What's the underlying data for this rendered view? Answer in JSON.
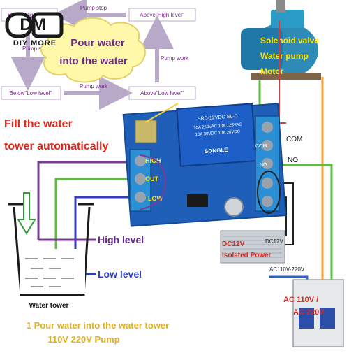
{
  "logo": {
    "letters": "DM",
    "brand": "DIY MORE"
  },
  "flow": {
    "tl": "Below\"High level\"",
    "tr": "Above\"High level\"",
    "bl": "Below\"Low level\"",
    "br": "Above\"Low level\"",
    "top_arrow": "Pump stop",
    "bottom_arrow": "Pump work",
    "left_side": "Pump stop",
    "right_side": "Pump work"
  },
  "cloud": {
    "line1": "Pour water",
    "line2": "into the water"
  },
  "headline": {
    "line1": "Fill the water",
    "line2": "tower automatically"
  },
  "board": {
    "relay_line1": "SRD-12VDC-SL-C",
    "relay_line2": "10A 250VAC 10A 125VAC",
    "relay_line3": "10A 30VDC 10A 28VDC",
    "relay_brand": "SONGLE",
    "pin_high": "HIGH",
    "pin_out": "OUT",
    "pin_low": "LOW",
    "pin_com": "COM",
    "pin_no": "NO"
  },
  "pump": {
    "line1": "Solenoid valve",
    "line2": "Water pump",
    "line3": "Motor"
  },
  "wire_labels": {
    "com": "COM",
    "no": "NO",
    "ac": "AC110V-220V"
  },
  "levels": {
    "high": "High level",
    "low": "Low level"
  },
  "tower": {
    "label": "Water tower"
  },
  "power": {
    "label1": "DC12V",
    "label2": "Isolated Power",
    "tag": "DC12V"
  },
  "breaker": {
    "line1": "AC 110V /",
    "line2": "AC 220V"
  },
  "footer": {
    "line1": "1 Pour water into the water tower",
    "line2": "110V 220V Pump"
  },
  "colors": {
    "title_red": "#e0261a",
    "label_purple": "#6a2a8a",
    "board_blue": "#1f5fb8",
    "pump_yellow": "#ffe600"
  }
}
